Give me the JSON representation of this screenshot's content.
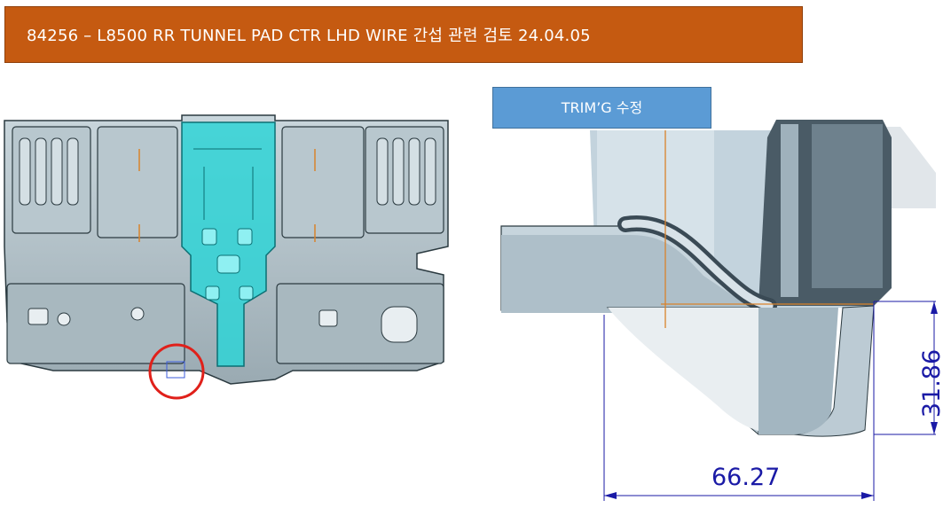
{
  "slide": {
    "title": "84256 – L8500 RR TUNNEL PAD CTR LHD WIRE 간섭 관련 검토 24.04.05",
    "callout_label": "TRIM’G 수정"
  },
  "dimensions": {
    "horizontal": "66.27",
    "vertical": "31.86"
  },
  "colors": {
    "title_bg": "#c55a11",
    "callout_bg": "#5b9bd5",
    "highlight_part": "#2fd3d6",
    "marker_circle": "#e0201a",
    "dimension_text": "#1a1aa6"
  }
}
